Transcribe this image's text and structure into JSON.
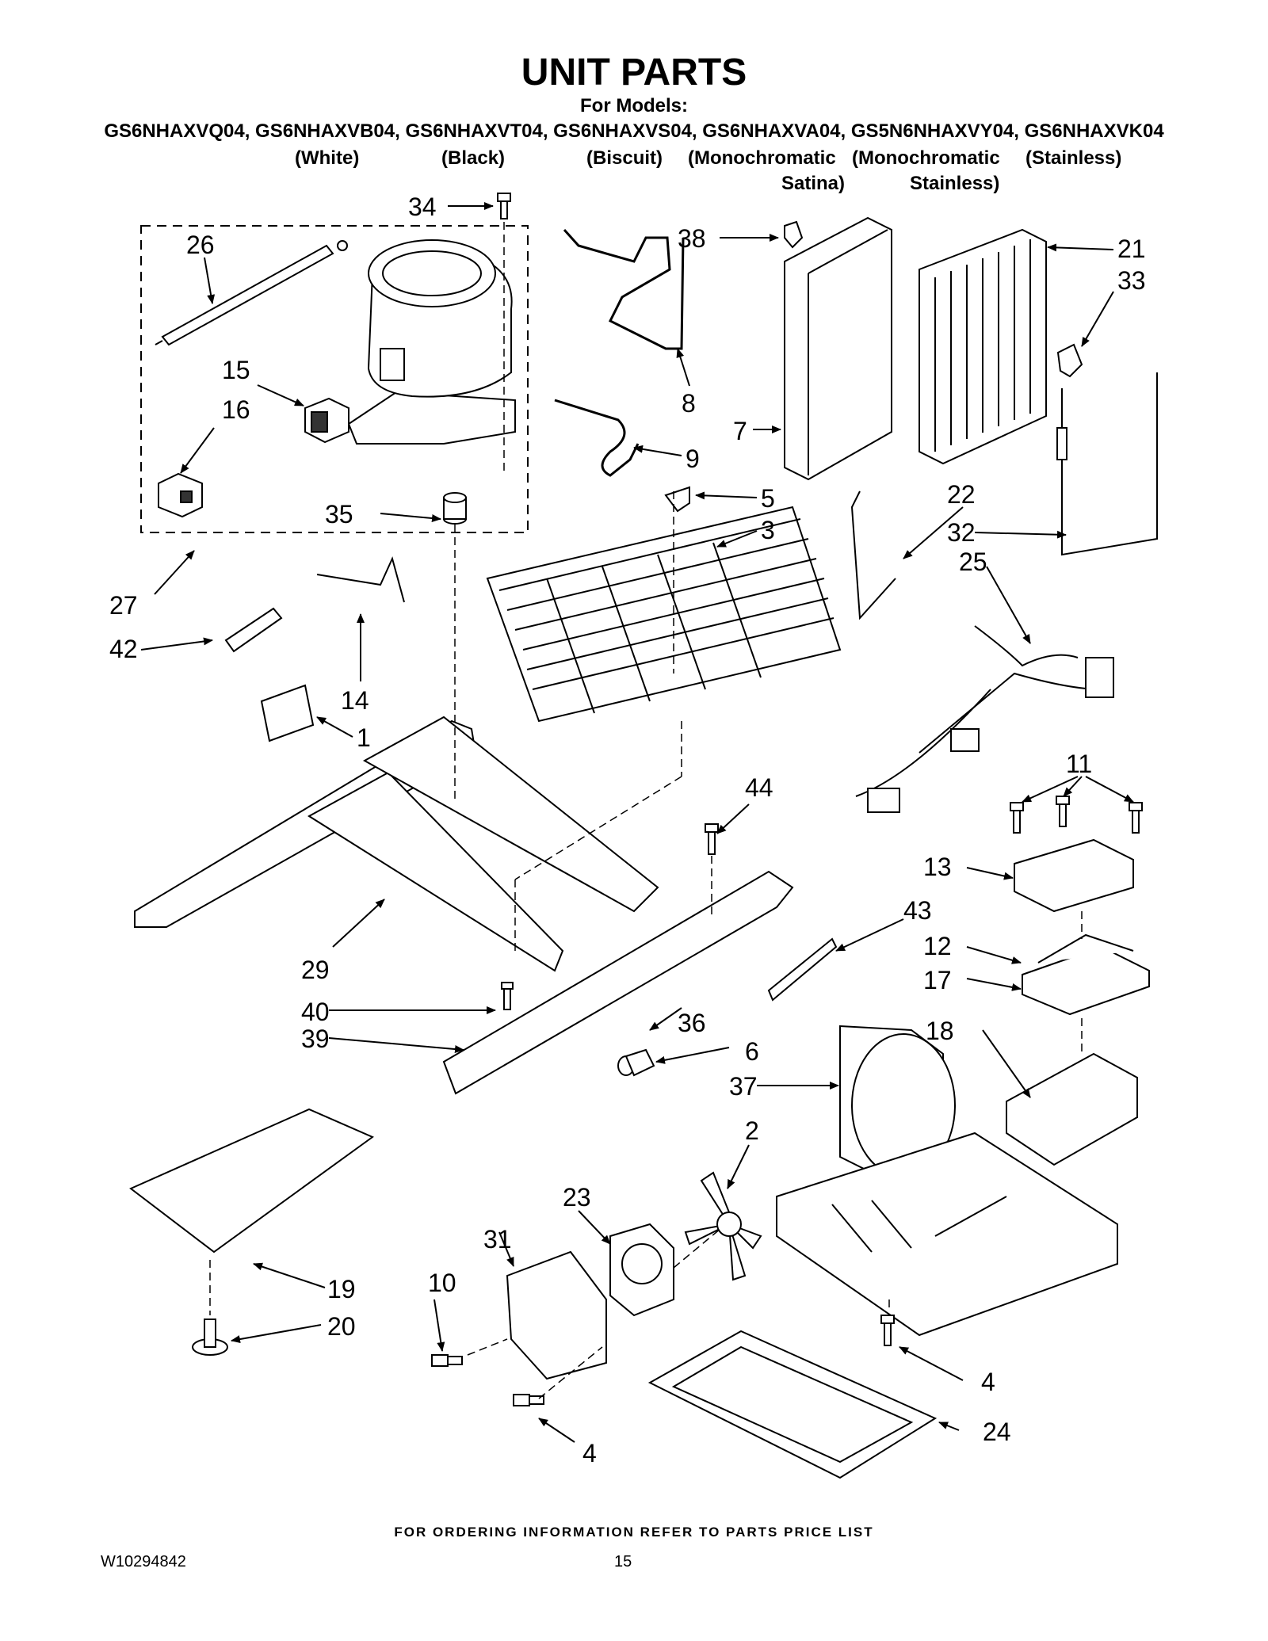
{
  "header": {
    "title": "UNIT PARTS",
    "subtitle": "For Models:",
    "models_line": "GS6NHAXVQ04, GS6NHAXVB04, GS6NHAXVT04, GS6NHAXVS04, GS6NHAXVA04, GS5N6NHAXVY04, GS6NHAXVK04",
    "variants": [
      {
        "line1": "(White)",
        "line2": ""
      },
      {
        "line1": "(Black)",
        "line2": ""
      },
      {
        "line1": "(Biscuit)",
        "line2": ""
      },
      {
        "line1": "(Monochromatic",
        "line2": "Satina)"
      },
      {
        "line1": "(Monochromatic",
        "line2": "Stainless)"
      },
      {
        "line1": "(Stainless)",
        "line2": ""
      }
    ]
  },
  "callouts": [
    "34",
    "26",
    "38",
    "21",
    "33",
    "15",
    "8",
    "7",
    "9",
    "16",
    "5",
    "35",
    "3",
    "22",
    "32",
    "25",
    "27",
    "42",
    "14",
    "1",
    "11",
    "44",
    "13",
    "43",
    "12",
    "17",
    "29",
    "40",
    "36",
    "39",
    "6",
    "18",
    "37",
    "2",
    "23",
    "31",
    "10",
    "19",
    "20",
    "4",
    "24",
    "4"
  ],
  "footer": {
    "ordering_note": "FOR ORDERING INFORMATION REFER TO PARTS PRICE LIST",
    "doc_number": "W10294842",
    "page_number": "15"
  }
}
